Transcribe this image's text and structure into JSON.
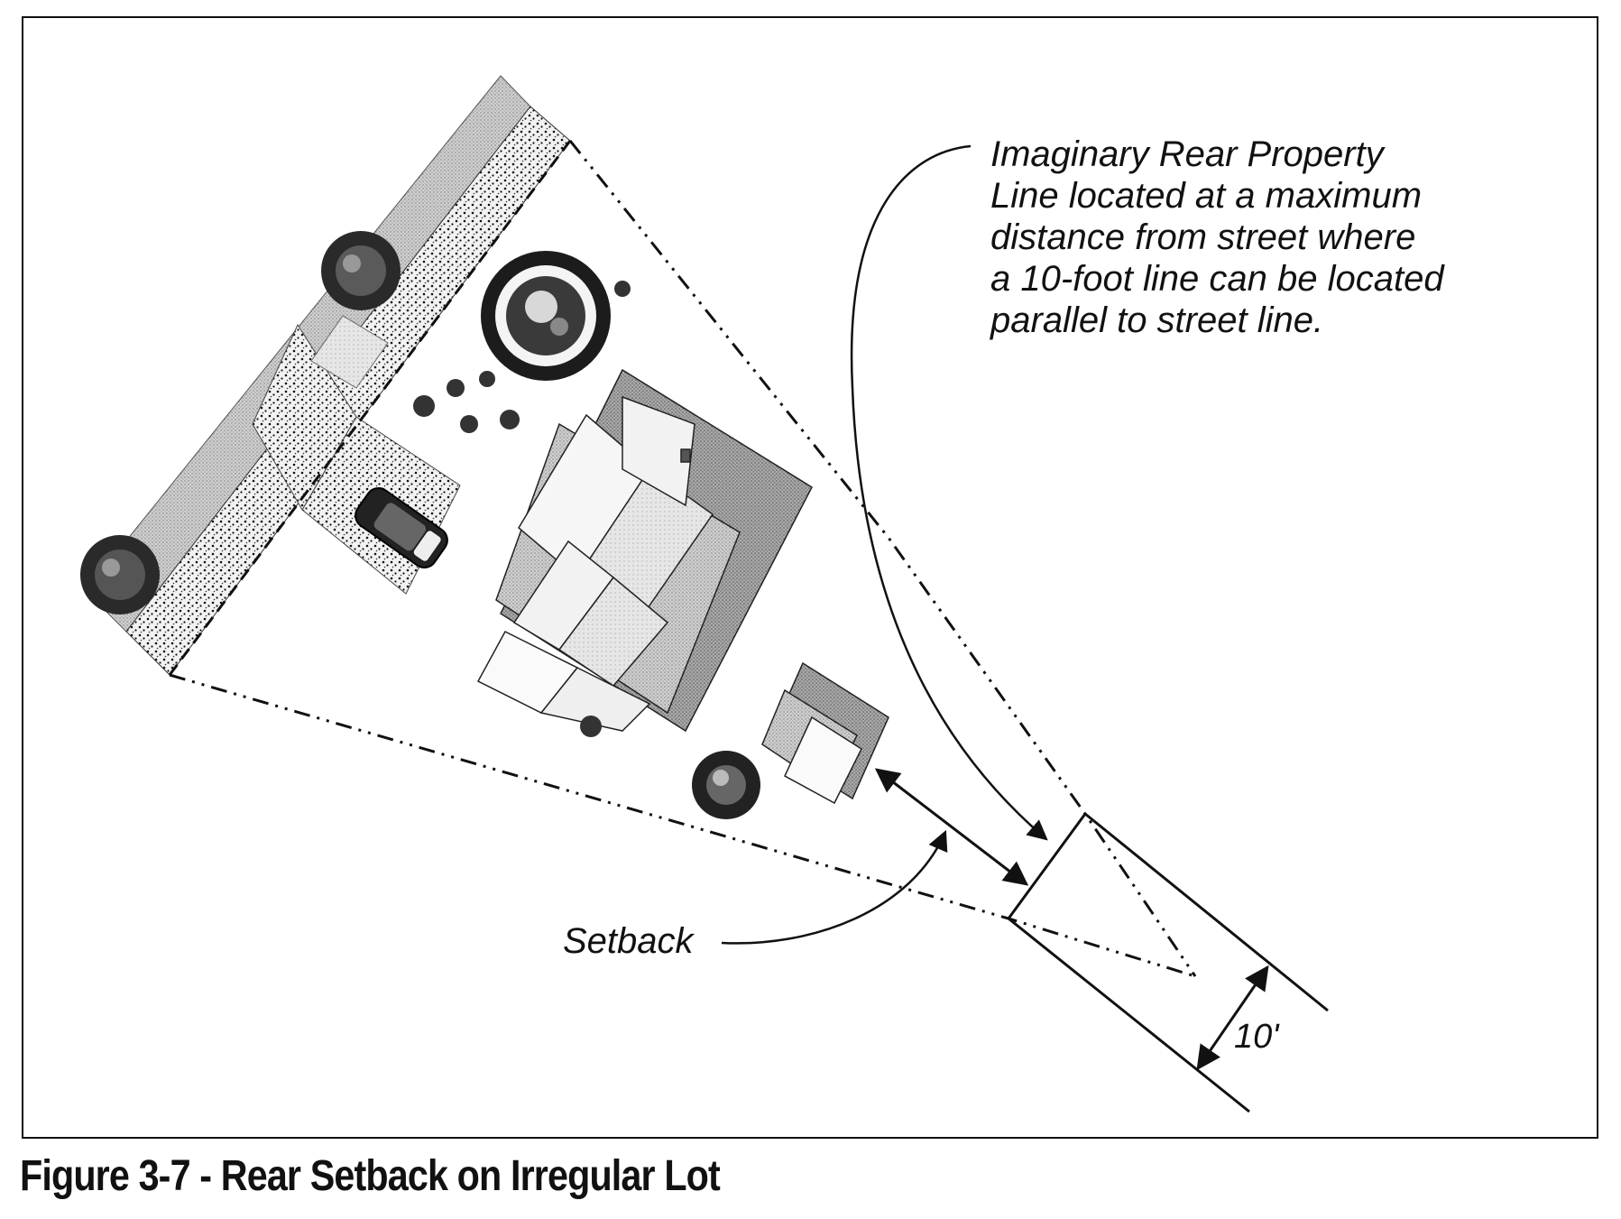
{
  "caption": "Figure 3-7 - Rear Setback on Irregular Lot",
  "labels": {
    "rear_line_note": "Imaginary Rear Property\nLine located at a maximum\ndistance from street where\na 10-foot line can be located\nparallel to street line.",
    "setback": "Setback",
    "dimension": "10'"
  },
  "colors": {
    "ink": "#111111",
    "sidewalk": "#c9c9c9",
    "driveway": "#9a9a9a",
    "roof_light": "#f4f4f4",
    "roof_shade": "#bdbdbd",
    "foliage": "#2a2a2a"
  },
  "icons": [
    "tree-icon",
    "car-icon",
    "house-icon",
    "shed-icon"
  ]
}
